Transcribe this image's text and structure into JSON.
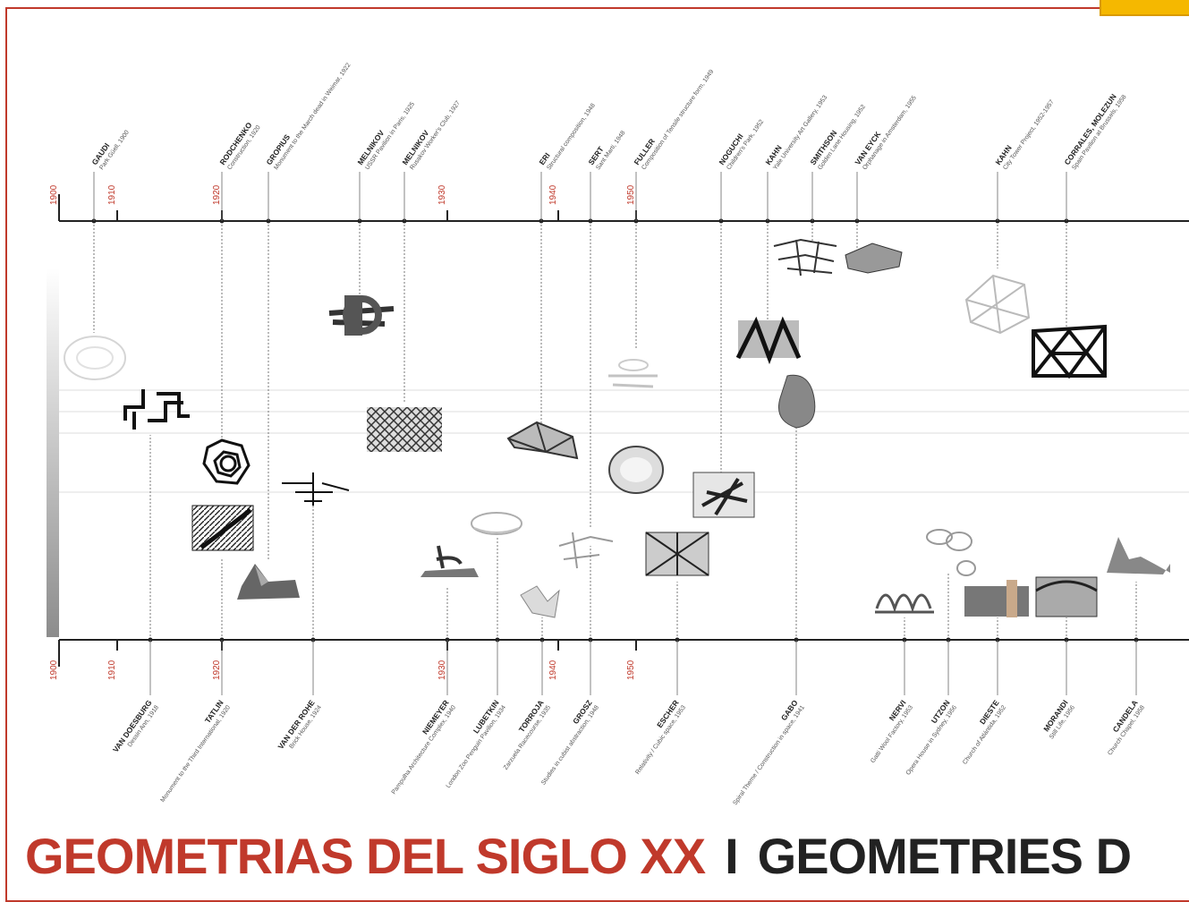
{
  "title": {
    "spanish": "GEOMETRIAS DEL SIGLO XX",
    "separator": "I",
    "english": "GEOMETRIES D"
  },
  "colors": {
    "accent": "#c0392b",
    "line": "#222222",
    "tab": "#f5b800"
  },
  "top_axis_years": [
    "1900",
    "1910",
    "1920",
    "1930",
    "1940",
    "1950"
  ],
  "bottom_axis_years": [
    "1900",
    "1910",
    "1920",
    "1930",
    "1940",
    "1950"
  ],
  "side_scale_labels": [
    "",
    "",
    ""
  ],
  "top_entries": [
    {
      "name": "GAUDI",
      "work": "Park Güell, 1900"
    },
    {
      "name": "RODCHENKO",
      "work": "Construction, 1920"
    },
    {
      "name": "GROPIUS",
      "work": "Monument to the March dead in Weimar, 1922"
    },
    {
      "name": "MELNIKOV",
      "work": "USSR Pavilion in Paris, 1925"
    },
    {
      "name": "MELNIKOV",
      "work": "Rusakov Worker's Club, 1927"
    },
    {
      "name": "ERI",
      "work": "Structural composition, 1948"
    },
    {
      "name": "SERT",
      "work": "Sant Marti, 1948"
    },
    {
      "name": "FULLER",
      "work": "Composition of Tensile structure form, 1949"
    },
    {
      "name": "NOGUCHI",
      "work": "Children's Park, 1952"
    },
    {
      "name": "KAHN",
      "work": "Yale University Art Gallery, 1953"
    },
    {
      "name": "SMITHSON",
      "work": "Golden Lane Housing, 1952"
    },
    {
      "name": "VAN EYCK",
      "work": "Orphanage in Amsterdam, 1955"
    },
    {
      "name": "KAHN",
      "work": "City Tower Project, 1952-1957"
    },
    {
      "name": "CORRALES, MOLEZUN",
      "work": "Spain Pavilion at Brussels, 1958"
    }
  ],
  "bottom_entries": [
    {
      "name": "VAN DOESBURG",
      "work": "Dessin Ann, 1918"
    },
    {
      "name": "TATLIN",
      "work": "Monument to the Third International, 1920"
    },
    {
      "name": "VAN DER ROHE",
      "work": "Brick House, 1924"
    },
    {
      "name": "NIEMEYER",
      "work": "Pampulha Architecture Complex, 1940"
    },
    {
      "name": "LUBETKIN",
      "work": "London Zoo Penguin Pavilion, 1934"
    },
    {
      "name": "TORROJA",
      "work": "Zarzuela Racecourse, 1935"
    },
    {
      "name": "GROSZ",
      "work": "Studies in cubist abstraction, 1948"
    },
    {
      "name": "ESCHER",
      "work": "Relativity / Cubic space, 1953"
    },
    {
      "name": "GABO",
      "work": "Spiral Theme / Construction in space, 1941"
    },
    {
      "name": "NERVI",
      "work": "Gatti Wool Factory, 1953"
    },
    {
      "name": "UTZON",
      "work": "Opera House in Sydney, 1956"
    },
    {
      "name": "DIESTE",
      "work": "Church of Atlántida, 1952"
    },
    {
      "name": "MORANDI",
      "work": "Still Life, 1956"
    },
    {
      "name": "CANDELA",
      "work": "Church Chapel, 1958"
    }
  ]
}
